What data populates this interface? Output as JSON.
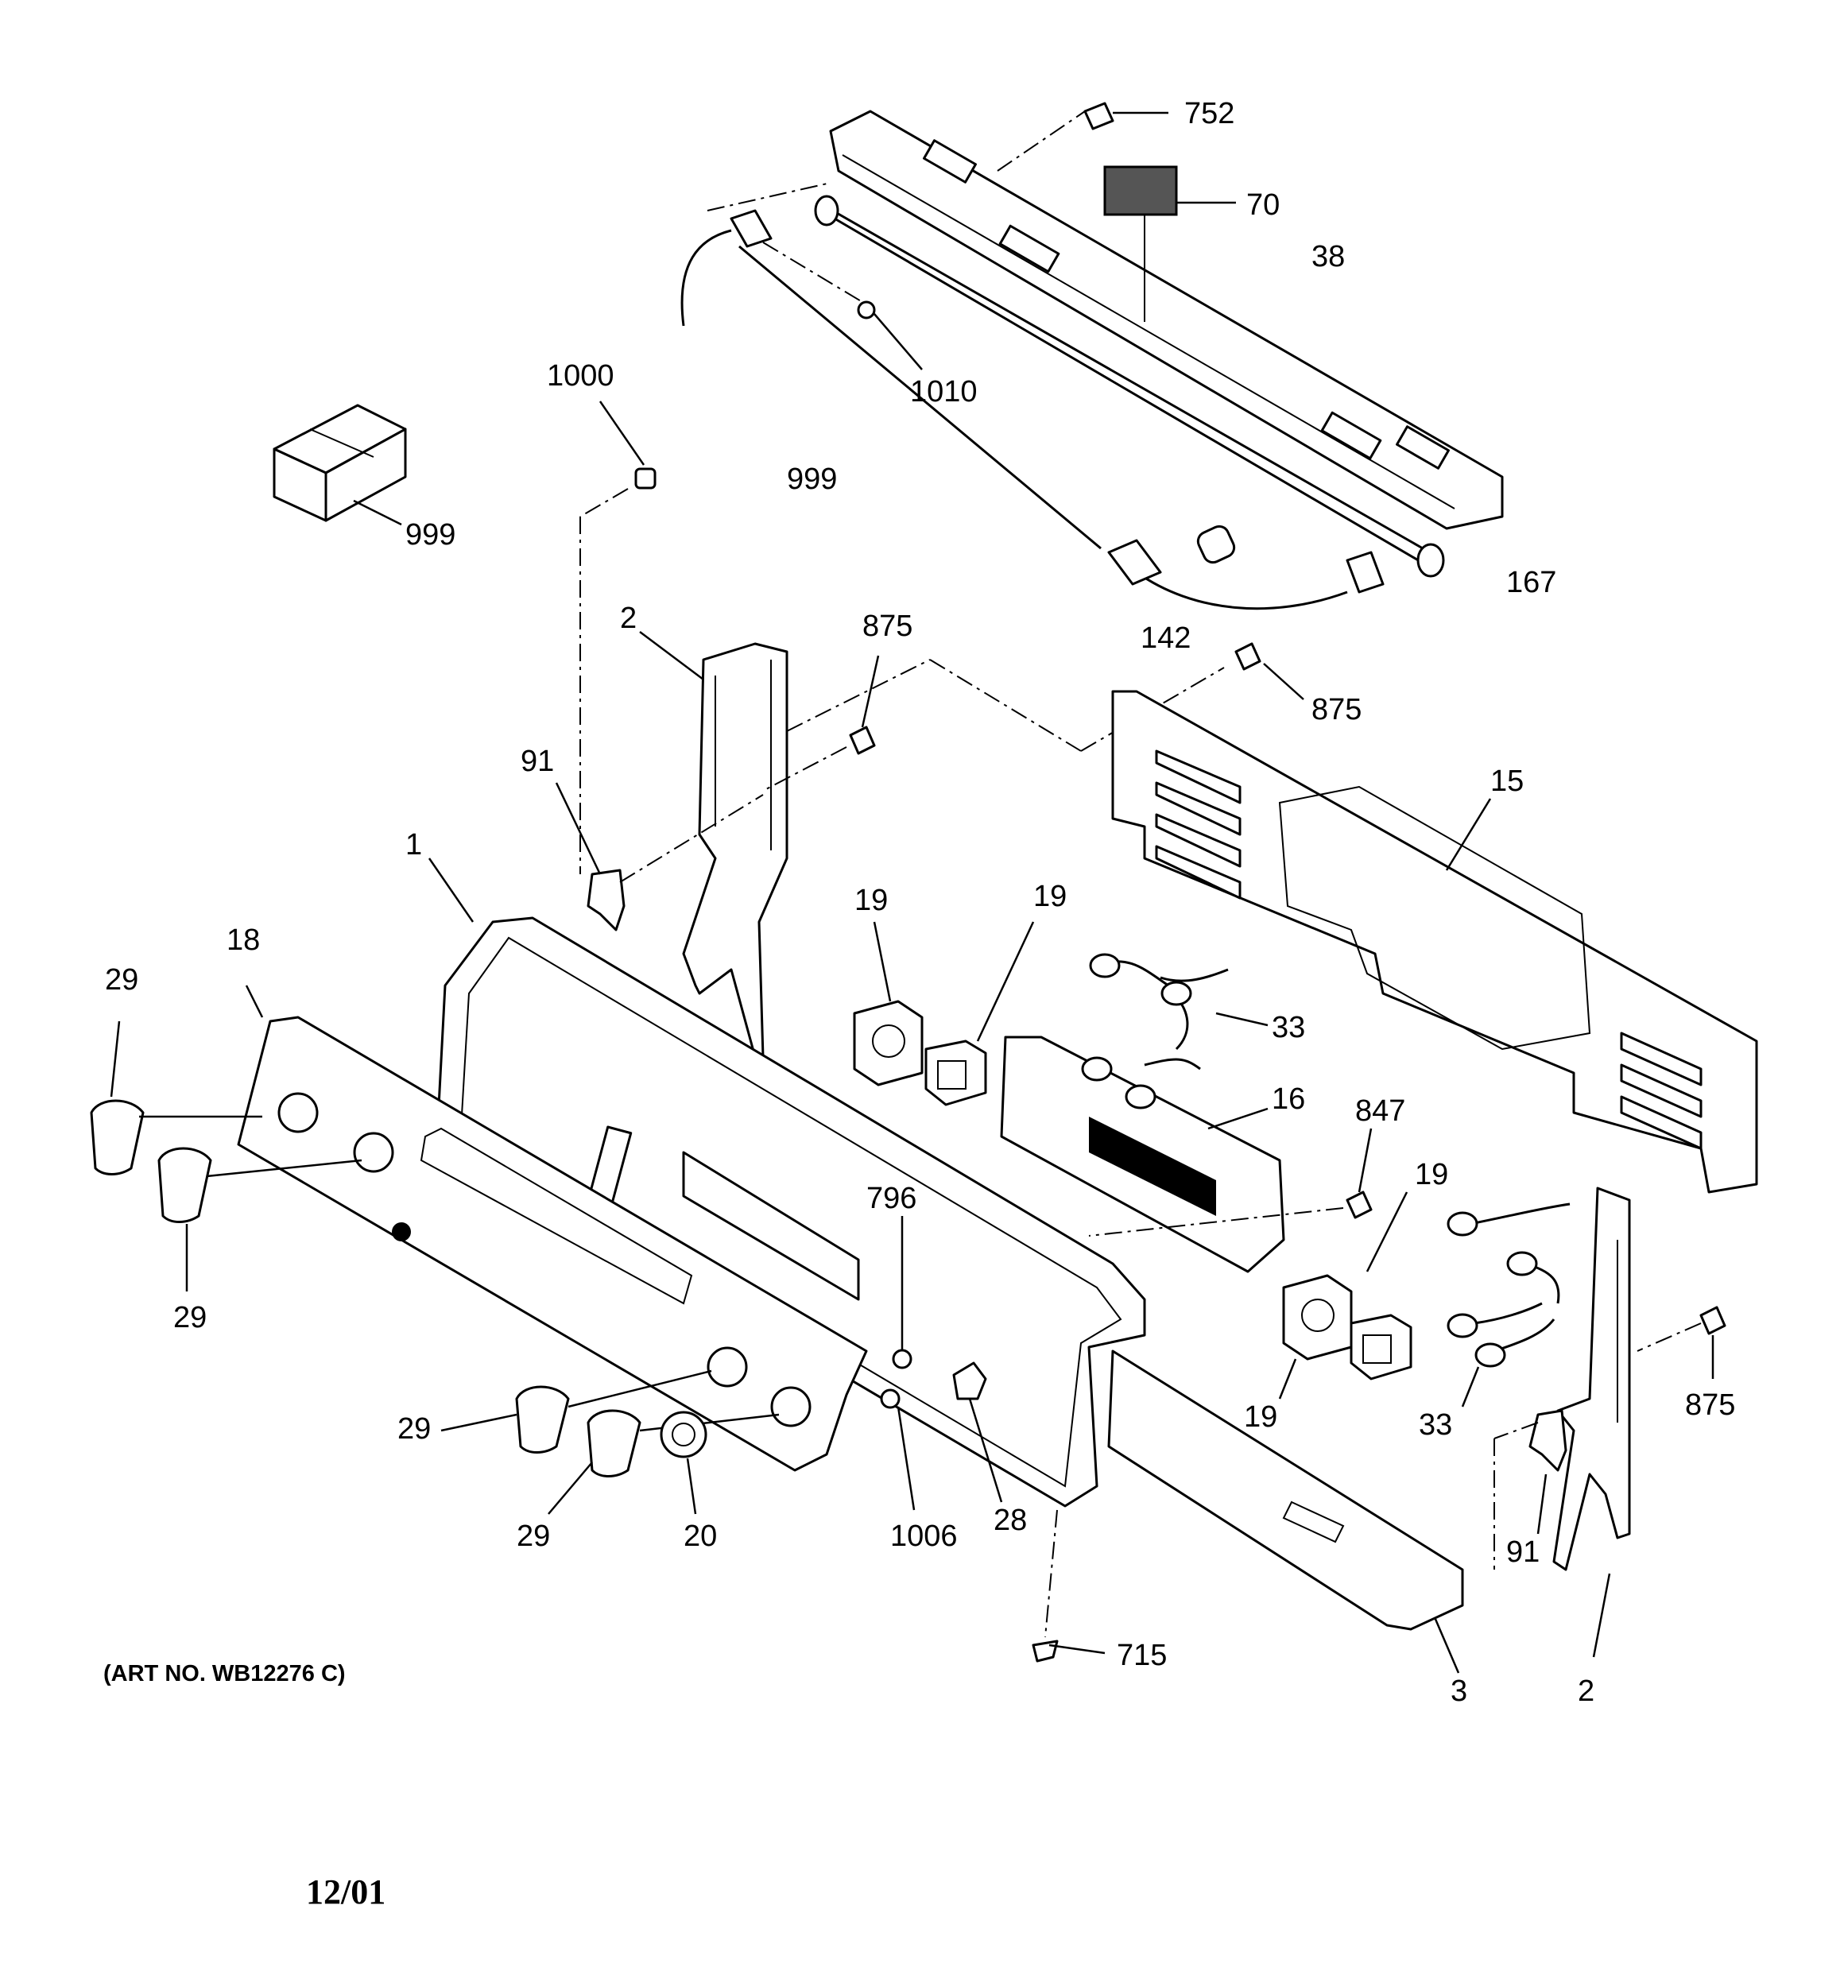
{
  "callouts": {
    "c752": "752",
    "c70": "70",
    "c38": "38",
    "c1010": "1010",
    "c999a": "999",
    "c1000": "1000",
    "c999b": "999",
    "c167": "167",
    "c142": "142",
    "c875a": "875",
    "c2a": "2",
    "c875b": "875",
    "c91a": "91",
    "c15": "15",
    "c1": "1",
    "c19a": "19",
    "c19b": "19",
    "c18": "18",
    "c29a": "29",
    "c33a": "33",
    "c16": "16",
    "c847": "847",
    "c19c": "19",
    "c796": "796",
    "c29b": "29",
    "c875c": "875",
    "c19d": "19",
    "c33b": "33",
    "c29c": "29",
    "c28": "28",
    "c91b": "91",
    "c29d": "29",
    "c20": "20",
    "c1006": "1006",
    "c715": "715",
    "c3": "3",
    "c2b": "2"
  },
  "art_number": "(ART NO. WB12276 C)",
  "date_code": "12/01"
}
